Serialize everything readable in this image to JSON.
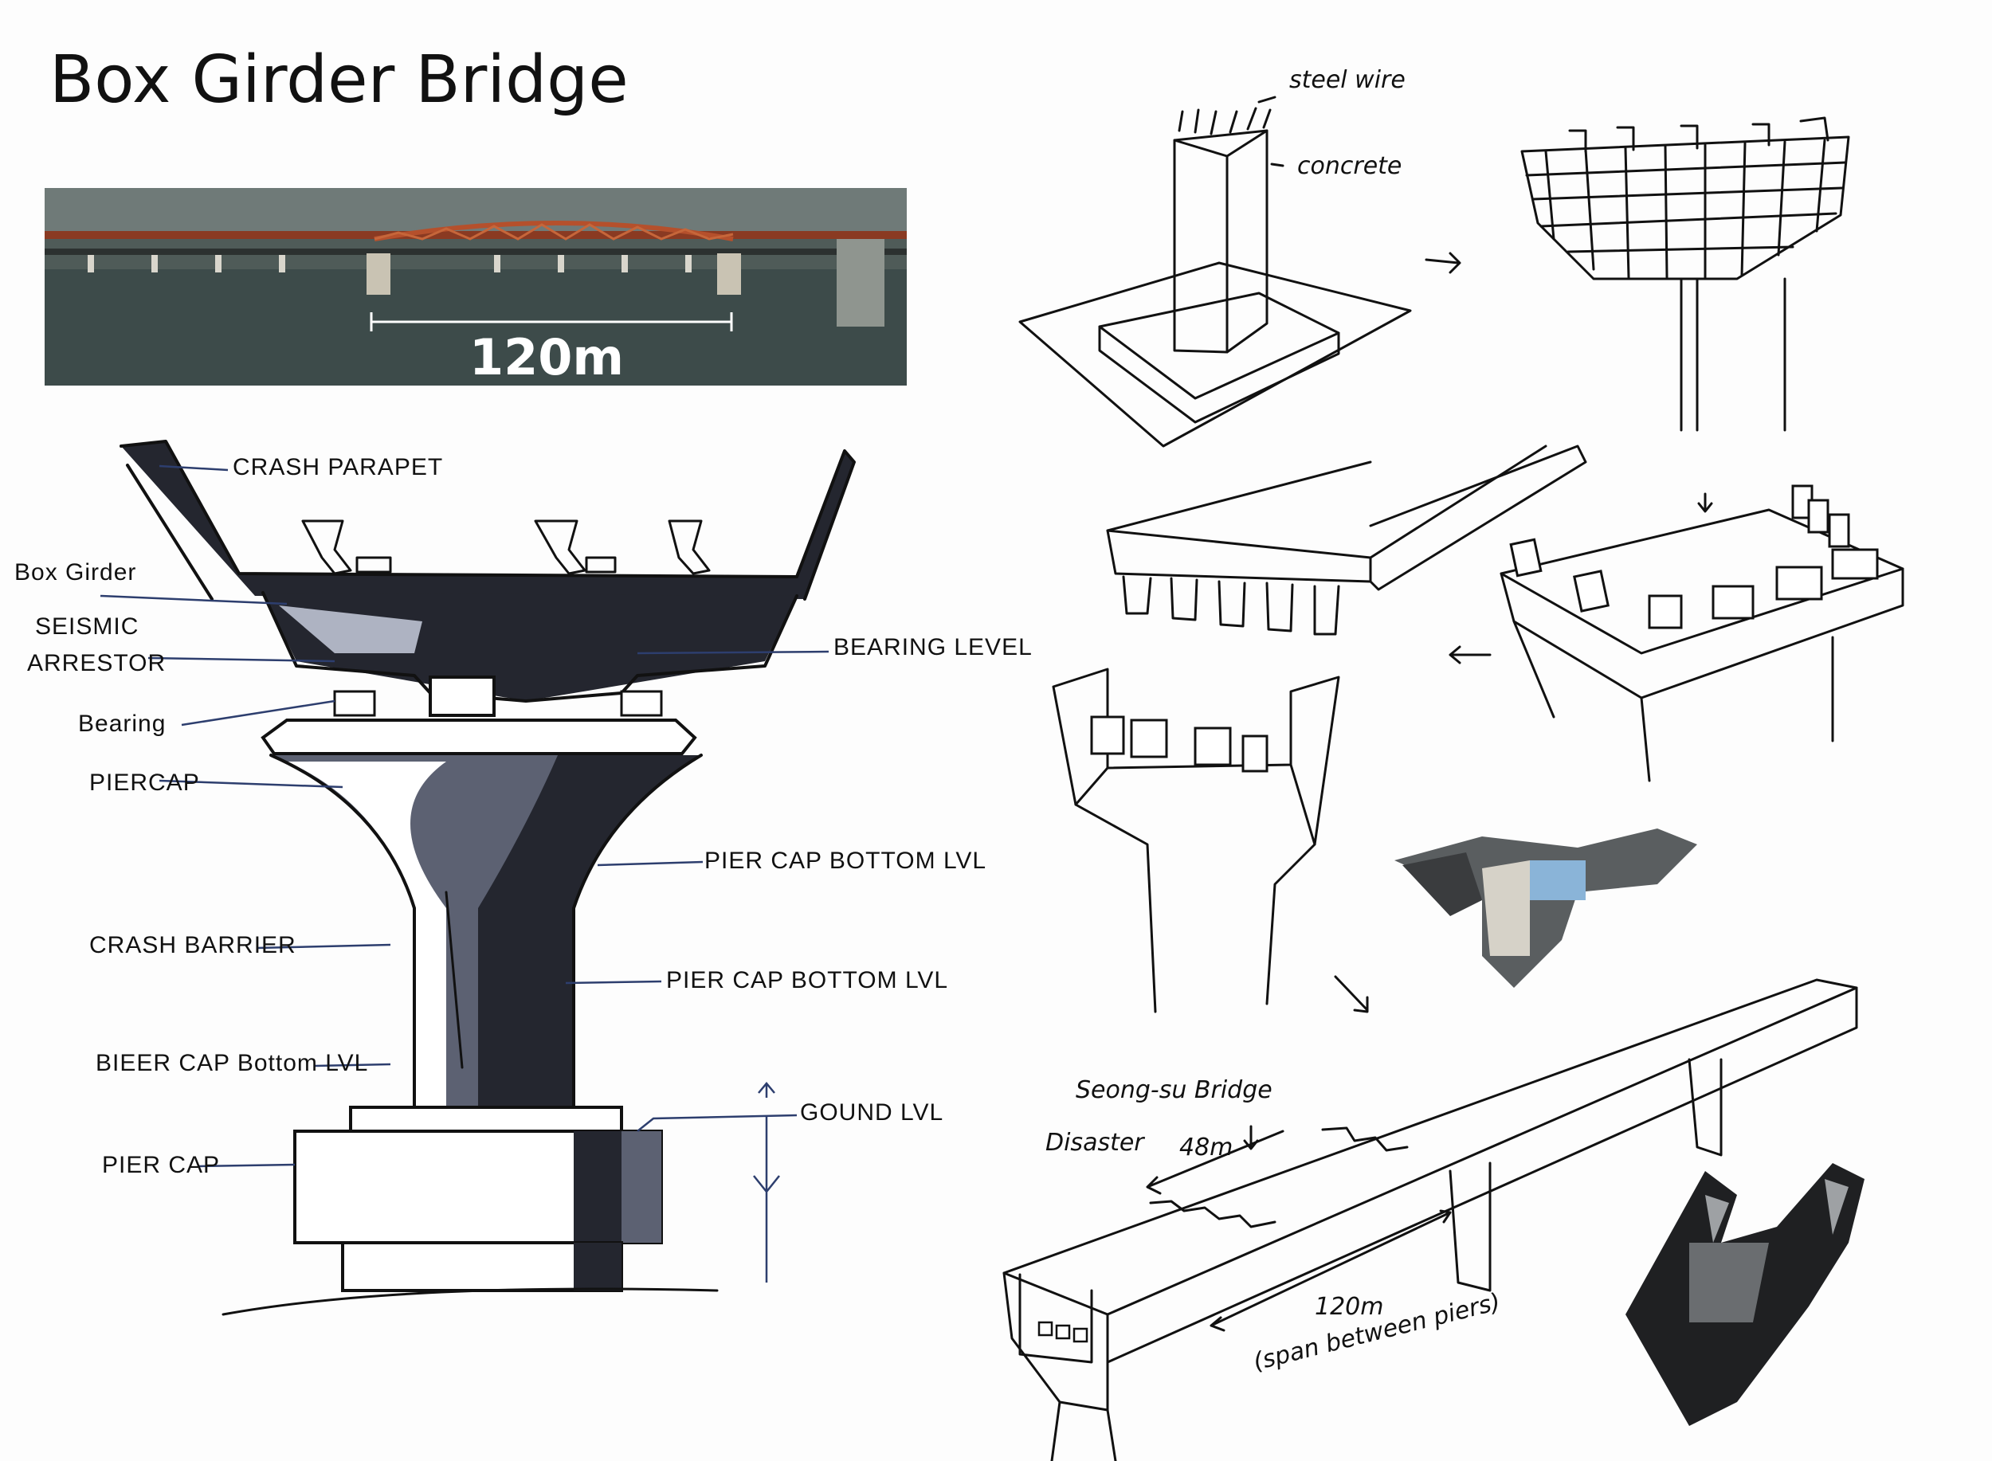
{
  "title": "Box Girder Bridge",
  "photo": {
    "span_label": "120m",
    "colors": {
      "water": "#3d4b4a",
      "truss": "#b5502c",
      "sky": "#6f7a78"
    }
  },
  "main_section": {
    "labels": {
      "crash_parapet": "CRASH PARAPET",
      "box_girder": "Box Girder",
      "seismic": "SEISMIC",
      "arrestor": "ARRESTOR",
      "bearing": "Bearing",
      "bearing_level": "BEARING LEVEL",
      "pier_cap_top": "PIERCAP",
      "pier_cap_bottom_1": "PIER CAP BOTTOM LVL",
      "pier_cap_bottom_2": "PIER CAP BOTTOM LVL",
      "crash_barrier": "CRASH BARRIER",
      "bieer_cap": "BIEER CAP Bottom LVL",
      "gound_lvl": "GOUND LVL",
      "pier_cap_base": "PIER CAP"
    },
    "colors": {
      "dark": "#24262f",
      "mid": "#5c6172",
      "light": "#aeb3c2",
      "leader": "#2d3e6e"
    }
  },
  "sketches": {
    "pier": {
      "steel_wire": "steel wire",
      "concrete": "concrete"
    },
    "bridge": {
      "name_line1": "Seong-su Bridge",
      "name_line2": "Disaster",
      "collapse_span": "48m",
      "span": "120m",
      "span_note": "(span between piers)"
    }
  }
}
